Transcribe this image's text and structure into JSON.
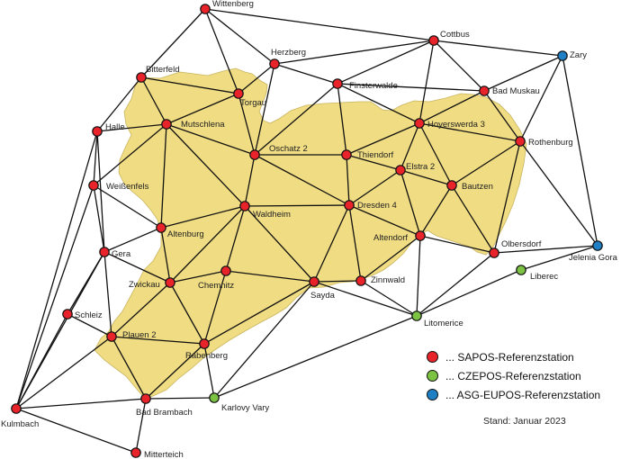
{
  "colors": {
    "region_fill": "#f0dc82",
    "line": "#111111",
    "sapos": "#e8232a",
    "czepos": "#7cc243",
    "asg_eupos": "#1f7fc4"
  },
  "stations": [
    {
      "id": "wittenberg",
      "name": "Wittenberg",
      "type": "sapos"
    },
    {
      "id": "cottbus",
      "name": "Cottbus",
      "type": "sapos"
    },
    {
      "id": "zary",
      "name": "Zary",
      "type": "asg_eupos"
    },
    {
      "id": "herzberg",
      "name": "Herzberg",
      "type": "sapos"
    },
    {
      "id": "bitterfeld",
      "name": "Bitterfeld",
      "type": "sapos"
    },
    {
      "id": "torgau",
      "name": "Torgau",
      "type": "sapos"
    },
    {
      "id": "finsterwalde",
      "name": "Finsterwalde",
      "type": "sapos"
    },
    {
      "id": "badmuskau",
      "name": "Bad Muskau",
      "type": "sapos"
    },
    {
      "id": "halle",
      "name": "Halle",
      "type": "sapos"
    },
    {
      "id": "mutschlena",
      "name": "Mutschlena",
      "type": "sapos"
    },
    {
      "id": "hoyerswerda",
      "name": "Hoyerswerda 3",
      "type": "sapos"
    },
    {
      "id": "rothenburg",
      "name": "Rothenburg",
      "type": "sapos"
    },
    {
      "id": "oschatz",
      "name": "Oschatz 2",
      "type": "sapos"
    },
    {
      "id": "thiendorf",
      "name": "Thiendorf",
      "type": "sapos"
    },
    {
      "id": "elstra",
      "name": "Elstra 2",
      "type": "sapos"
    },
    {
      "id": "weissenfels",
      "name": "Weißenfels",
      "type": "sapos"
    },
    {
      "id": "bautzen",
      "name": "Bautzen",
      "type": "sapos"
    },
    {
      "id": "waldheim",
      "name": "Waldheim",
      "type": "sapos"
    },
    {
      "id": "dresden",
      "name": "Dresden 4",
      "type": "sapos"
    },
    {
      "id": "altenburg",
      "name": "Altenburg",
      "type": "sapos"
    },
    {
      "id": "altendorf",
      "name": "Altendorf",
      "type": "sapos"
    },
    {
      "id": "olbersdorf",
      "name": "Olbersdorf",
      "type": "sapos"
    },
    {
      "id": "jelenia",
      "name": "Jelenia Gora",
      "type": "asg_eupos"
    },
    {
      "id": "gera",
      "name": "Gera",
      "type": "sapos"
    },
    {
      "id": "liberec",
      "name": "Liberec",
      "type": "czepos"
    },
    {
      "id": "zwickau",
      "name": "Zwickau",
      "type": "sapos"
    },
    {
      "id": "chemnitz",
      "name": "Chemnitz",
      "type": "sapos"
    },
    {
      "id": "zinnwald",
      "name": "Zinnwald",
      "type": "sapos"
    },
    {
      "id": "sayda",
      "name": "Sayda",
      "type": "sapos"
    },
    {
      "id": "schleiz",
      "name": "Schleiz",
      "type": "sapos"
    },
    {
      "id": "litomerice",
      "name": "Litomerice",
      "type": "czepos"
    },
    {
      "id": "plauen",
      "name": "Plauen 2",
      "type": "sapos"
    },
    {
      "id": "rabenberg",
      "name": "Rabenberg",
      "type": "sapos"
    },
    {
      "id": "karlovyvary",
      "name": "Karlovy Vary",
      "type": "czepos"
    },
    {
      "id": "badbrambach",
      "name": "Bad Brambach",
      "type": "sapos"
    },
    {
      "id": "kulmbach",
      "name": "Kulmbach",
      "type": "sapos"
    },
    {
      "id": "mitterteich",
      "name": "Mitterteich",
      "type": "sapos"
    }
  ],
  "legend": [
    {
      "label": "... SAPOS-Referenzstation",
      "type": "sapos"
    },
    {
      "label": "... CZEPOS-Referenzstation",
      "type": "czepos"
    },
    {
      "label": "... ASG-EUPOS-Referenzstation",
      "type": "asg_eupos"
    }
  ],
  "stand": "Stand: Januar 2023"
}
